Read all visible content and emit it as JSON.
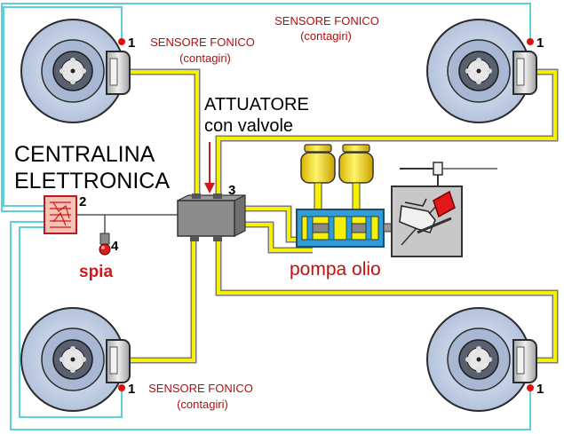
{
  "labels": {
    "sensor_top_right": "SENSORE FONICO",
    "sensor_top_right_sub": "(contagiri)",
    "sensor_top_left": "SENSORE FONICO",
    "sensor_top_left_sub": "(contagiri)",
    "sensor_bottom_left": "SENSORE FONICO",
    "sensor_bottom_left_sub": "(contagiri)",
    "actuator_line1": "ATTUATORE",
    "actuator_line2": "con valvole",
    "ecu_line1": "CENTRALINA",
    "ecu_line2": "ELETTRONICA",
    "warning_light": "spia",
    "pump": "pompa olio"
  },
  "numbers": {
    "sensor_tl": "1",
    "sensor_tr": "1",
    "sensor_bl": "1",
    "sensor_br": "1",
    "ecu": "2",
    "actuator": "3",
    "warning_light": "4"
  },
  "colors": {
    "brake_line": "#f5f100",
    "wire": "#5fd0d8",
    "disc": "#c6d3e8",
    "caliper": "#cfcfcf",
    "label_red": "#b01010",
    "ecu": "#e05050"
  }
}
